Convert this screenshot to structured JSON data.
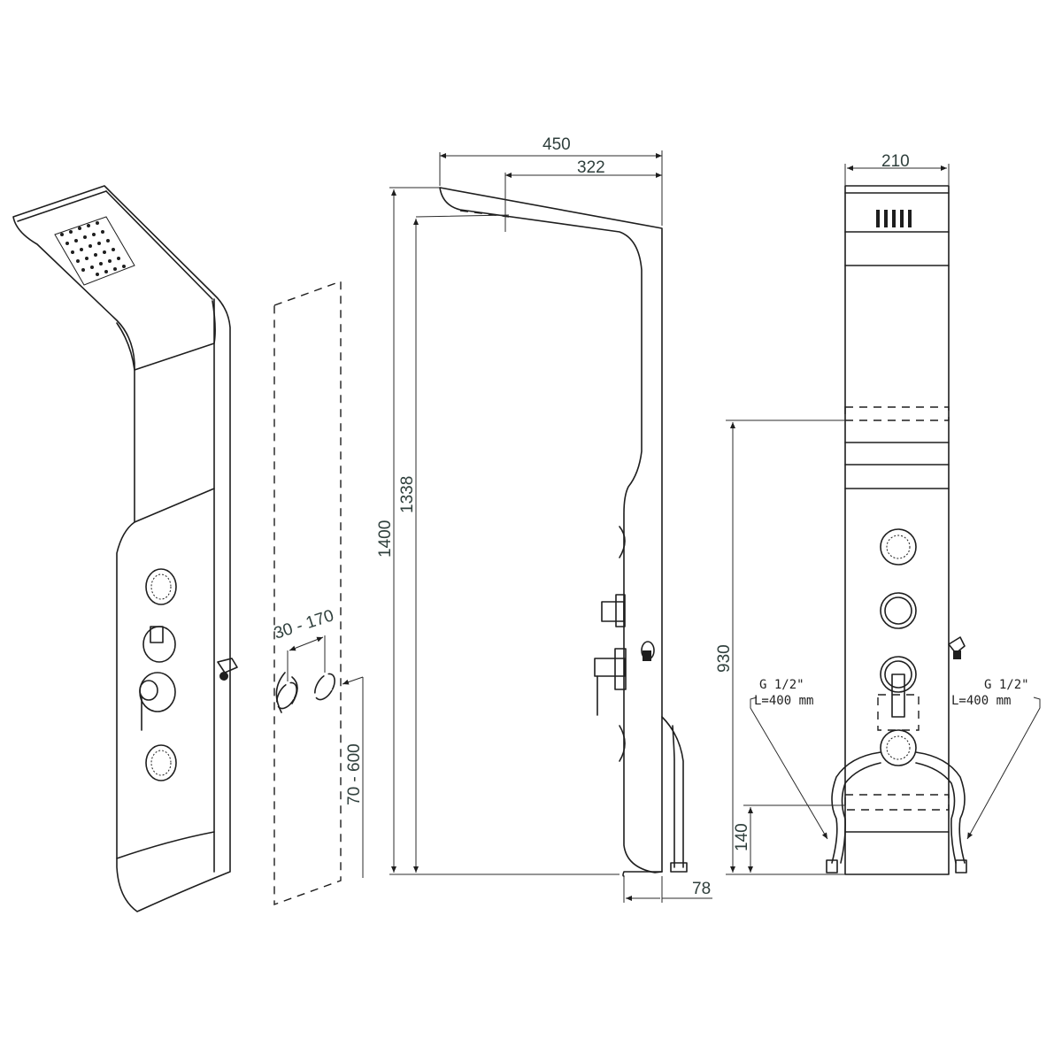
{
  "drawing": {
    "title": "Shower panel dimension drawing",
    "dimensions": {
      "head_depth": "450",
      "head_outlet": "322",
      "total_height": "1400",
      "outlet_height": "1338",
      "panel_depth": "78",
      "panel_width": "210",
      "shower_holder_height": "930",
      "inlet_height": "140",
      "inlet_spacing": "30 - 170",
      "inlet_position": "70 - 600"
    },
    "connections": {
      "left": {
        "thread": "G 1/2\"",
        "length": "L=400  mm"
      },
      "right": {
        "thread": "G 1/2\"",
        "length": "L=400  mm"
      }
    }
  }
}
